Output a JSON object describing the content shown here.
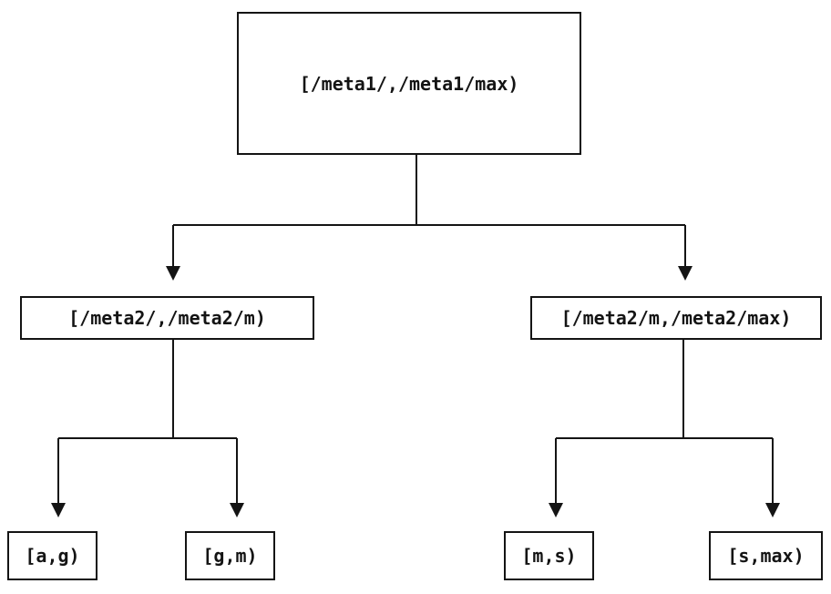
{
  "diagram": {
    "type": "tree",
    "description": "Two-level interval partition tree",
    "colors": {
      "background": "#ffffff",
      "line": "#141414",
      "text": "#141414",
      "node_fill": "#ffffff"
    },
    "nodes": {
      "root": {
        "label": "[/meta1/,/meta1/max)"
      },
      "left_child": {
        "label": "[/meta2/,/meta2/m)"
      },
      "right_child": {
        "label": "[/meta2/m,/meta2/max)"
      },
      "leaf_ag": {
        "label": "[a,g)"
      },
      "leaf_gm": {
        "label": "[g,m)"
      },
      "leaf_ms": {
        "label": "[m,s)"
      },
      "leaf_smax": {
        "label": "[s,max)"
      }
    },
    "edges": [
      {
        "from": "root",
        "to": "left_child",
        "arrow": "down"
      },
      {
        "from": "root",
        "to": "right_child",
        "arrow": "down"
      },
      {
        "from": "left_child",
        "to": "leaf_ag",
        "arrow": "down"
      },
      {
        "from": "left_child",
        "to": "leaf_gm",
        "arrow": "down"
      },
      {
        "from": "right_child",
        "to": "leaf_ms",
        "arrow": "down"
      },
      {
        "from": "right_child",
        "to": "leaf_smax",
        "arrow": "down"
      }
    ]
  }
}
